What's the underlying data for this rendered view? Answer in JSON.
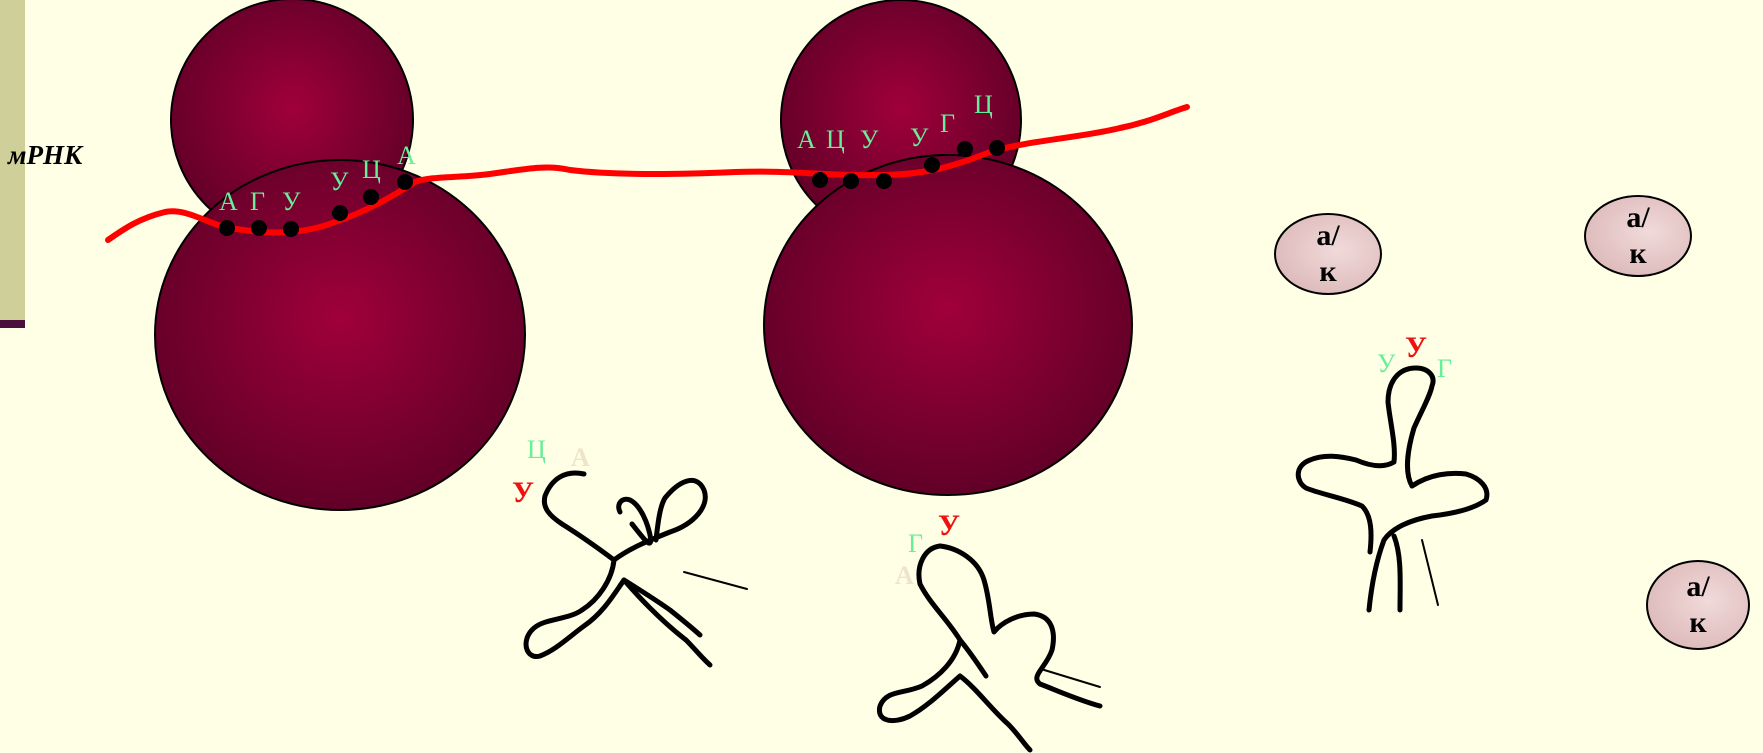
{
  "mrna_label": "мРНК",
  "colors": {
    "ribosome": "#8b0030",
    "mrna": "#ff0000",
    "codon_green": "#66ee99",
    "anticodon_red": "#ee1111",
    "aa_fill": "#e3c3c3"
  },
  "ribosome1": {
    "codon_letters": [
      "А",
      "Г",
      "У",
      "У",
      "Ц",
      "А"
    ]
  },
  "ribosome2": {
    "codon_letters": [
      "А",
      "Ц",
      "У",
      "У",
      "Г",
      "Ц"
    ]
  },
  "trnas": [
    {
      "anticodon": [
        "У",
        "Ц",
        "А"
      ]
    },
    {
      "anticodon": [
        "А",
        "Г",
        "У"
      ]
    },
    {
      "anticodon": [
        "У",
        "У",
        "Г"
      ]
    }
  ],
  "amino_acids": [
    {
      "line1": "а/",
      "line2": "к"
    },
    {
      "line1": "а/",
      "line2": "к"
    },
    {
      "line1": "а/",
      "line2": "к"
    }
  ]
}
